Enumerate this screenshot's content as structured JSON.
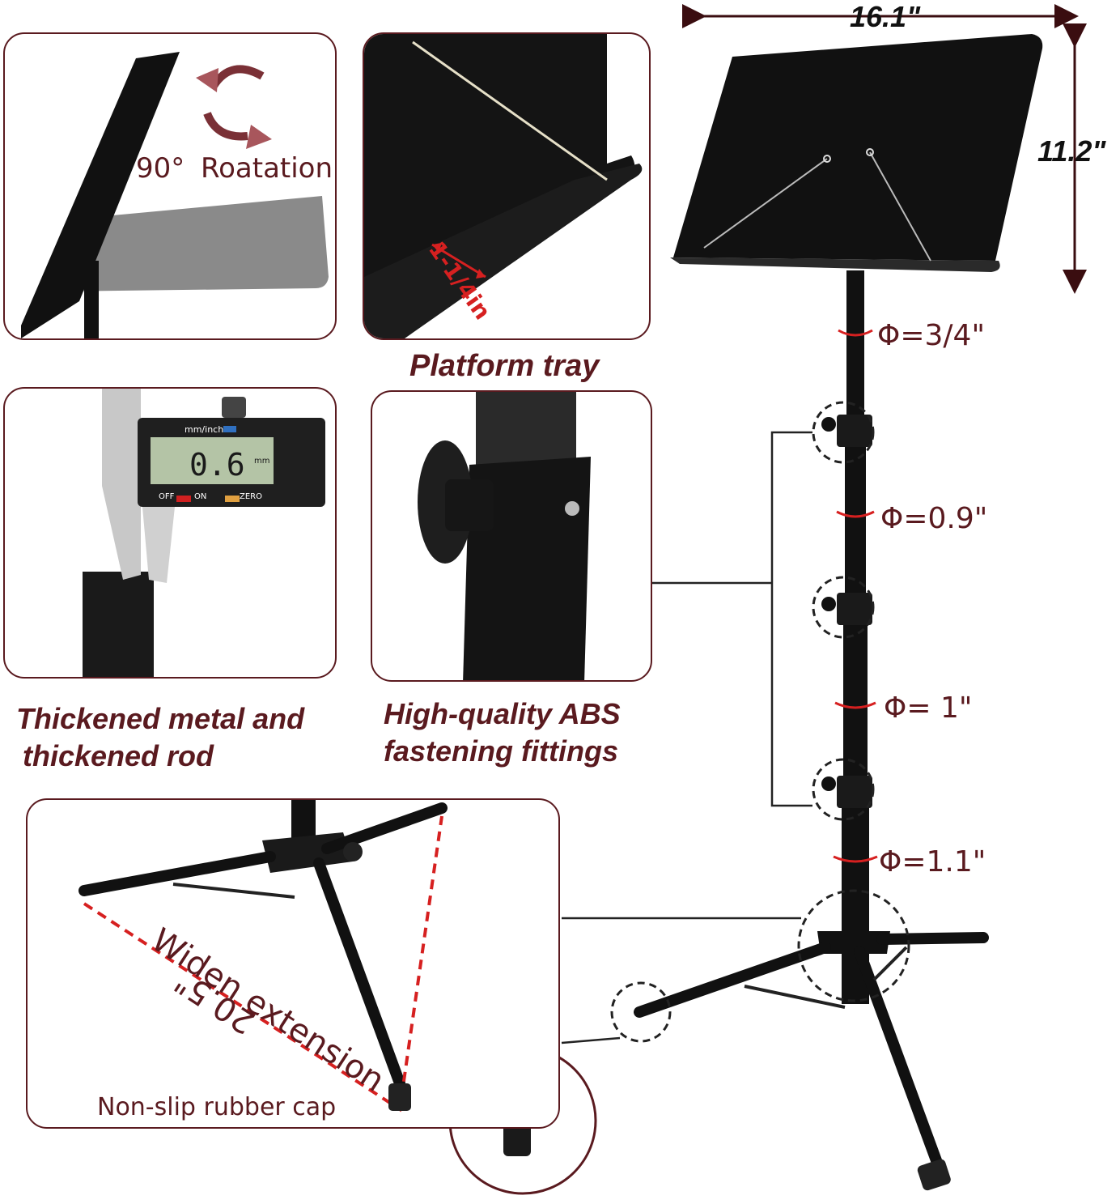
{
  "dimensions": {
    "width": "16.1\"",
    "height": "11.2\""
  },
  "panel_rotation": {
    "label_degrees": "90°",
    "label_text": "Roatation"
  },
  "panel_tray": {
    "dimension": "1-1/4in",
    "caption": "Platform tray"
  },
  "panel_caliper": {
    "unit_label": "mm/inch",
    "reading": "0.6",
    "reading_unit": "mm",
    "off_label": "OFF",
    "on_label": "ON",
    "zero_label": "ZERO",
    "caption_line1": "Thickened metal and",
    "caption_line2": "thickened rod"
  },
  "panel_fitting": {
    "caption_line1": "High-quality ABS",
    "caption_line2": "fastening fittings"
  },
  "diameters": [
    "Φ=3/4\"",
    "Φ=0.9\"",
    "Φ= 1\"",
    "Φ=1.1\""
  ],
  "panel_base": {
    "widen_label": "Widen extension",
    "widen_value": "20.5\"",
    "cap_label": "Non-slip rubber cap"
  },
  "colors": {
    "accent": "#5a1a1f",
    "dash_red": "#d62020",
    "product": "#111111"
  }
}
